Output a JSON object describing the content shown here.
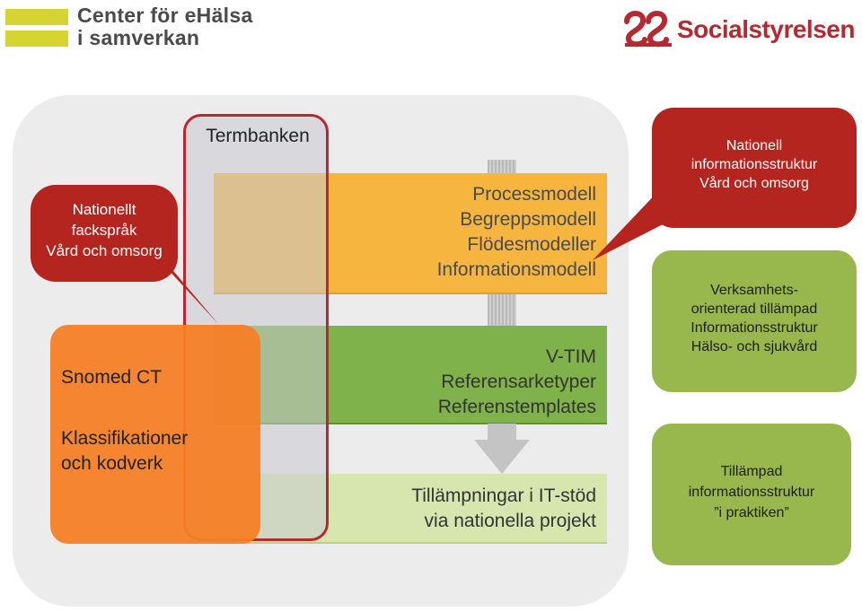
{
  "header": {
    "left_logo": {
      "line1": "Center för eHälsa",
      "line2": "i samverkan",
      "accent_color": "#d6d432"
    },
    "right_logo": {
      "name": "Socialstyrelsen",
      "emblem_icon": "socialstyrelsen-emblem-icon",
      "brand_color": "#b52a32"
    }
  },
  "diagram": {
    "termbanken_label": "Termbanken",
    "left_callout": {
      "lines": [
        "Nationellt",
        "fackspråk",
        "Vård och omsorg"
      ],
      "color": "#b5251f"
    },
    "snomed": {
      "title": "Snomed CT",
      "line2": "Klassifikationer",
      "line3": "och kodverk",
      "color": "#f58026"
    },
    "bands": [
      {
        "lines": [
          "Processmodell",
          "Begreppsmodell",
          "Flödesmodeller",
          "Informationsmodell"
        ],
        "color": "#f6b53e"
      },
      {
        "lines": [
          "V-TIM",
          "Referensarketyper",
          "Referenstemplates"
        ],
        "color": "#7fb24a"
      },
      {
        "lines": [
          "Tillämpningar i IT-stöd",
          "via nationella projekt"
        ],
        "color": "#d7e6ae"
      }
    ],
    "right_callouts": [
      {
        "lines": [
          "Nationell",
          "informationsstruktur",
          "Vård och omsorg"
        ],
        "color": "#b5251f"
      },
      {
        "lines": [
          "Verksamhets-",
          "orienterad tillämpad",
          "Informationsstruktur",
          "Hälso- och sjukvård"
        ],
        "color": "#98b74c"
      },
      {
        "lines": [
          "Tillämpad",
          "informationsstruktur",
          "”i praktiken”"
        ],
        "color": "#98b74c"
      }
    ]
  }
}
